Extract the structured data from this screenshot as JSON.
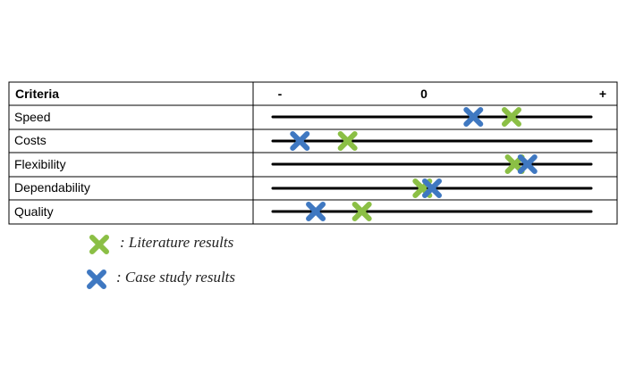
{
  "table": {
    "header": {
      "criteria": "Criteria",
      "minus": "-",
      "zero": "0",
      "plus": "+"
    },
    "rows": [
      {
        "label": "Speed",
        "literature": 0.75,
        "case_study": 0.63
      },
      {
        "label": "Costs",
        "literature": 0.235,
        "case_study": 0.085
      },
      {
        "label": "Flexibility",
        "literature": 0.76,
        "case_study": 0.8
      },
      {
        "label": "Dependability",
        "literature": 0.47,
        "case_study": 0.5
      },
      {
        "label": "Quality",
        "literature": 0.28,
        "case_study": 0.135
      }
    ]
  },
  "legend": {
    "literature_label": ": Literature results",
    "case_study_label": ": Case study results"
  },
  "colors": {
    "literature": "#8bbf45",
    "case_study": "#3f78c1",
    "line": "#000000"
  }
}
